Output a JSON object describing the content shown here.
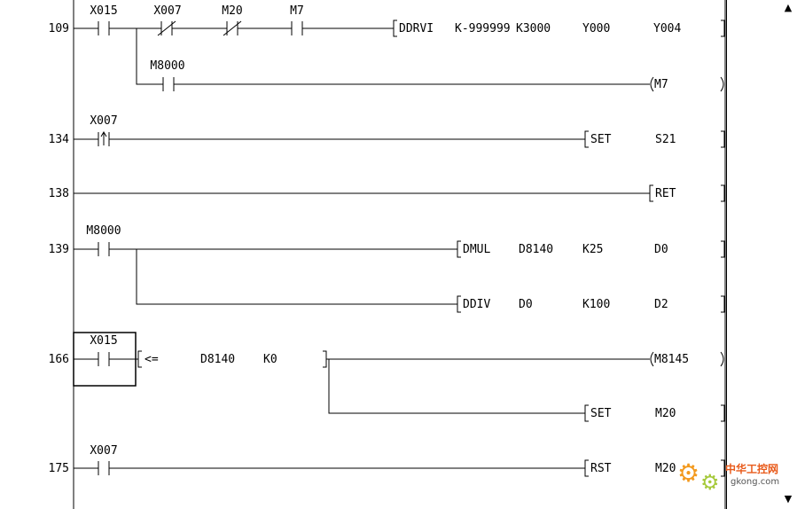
{
  "rungs": [
    {
      "step": "109",
      "contacts": [
        {
          "label": "X015",
          "type": "NO"
        },
        {
          "label": "X007",
          "type": "NC"
        },
        {
          "label": "M20",
          "type": "NC"
        },
        {
          "label": "M7",
          "type": "NO"
        }
      ],
      "instruction": {
        "op": "DDRVI",
        "operands": [
          "K-999999",
          "K3000",
          "Y000",
          "Y004"
        ]
      },
      "branch": {
        "contact": {
          "label": "M8000",
          "type": "NO"
        },
        "coil": "M7"
      }
    },
    {
      "step": "134",
      "contacts": [
        {
          "label": "X007",
          "type": "RISING"
        }
      ],
      "instruction": {
        "op": "SET",
        "operands": [
          "S21"
        ]
      }
    },
    {
      "step": "138",
      "instruction": {
        "op": "RET",
        "operands": []
      }
    },
    {
      "step": "139",
      "contacts": [
        {
          "label": "M8000",
          "type": "NO"
        }
      ],
      "instruction": {
        "op": "DMUL",
        "operands": [
          "D8140",
          "K25",
          "D0"
        ]
      },
      "branch_instruction": {
        "op": "DDIV",
        "operands": [
          "D0",
          "K100",
          "D2"
        ]
      }
    },
    {
      "step": "166",
      "contacts": [
        {
          "label": "X015",
          "type": "NO",
          "selected": true
        }
      ],
      "compare": {
        "op": "<=",
        "operands": [
          "D8140",
          "K0"
        ]
      },
      "coil": "M8145",
      "branch_instruction": {
        "op": "SET",
        "operands": [
          "M20"
        ]
      }
    },
    {
      "step": "175",
      "contacts": [
        {
          "label": "X007",
          "type": "NO"
        }
      ],
      "instruction": {
        "op": "RST",
        "operands": [
          "M20"
        ]
      }
    }
  ],
  "watermark": {
    "title": "中华工控网",
    "url": "gkong.com"
  },
  "scroll": {
    "up": "▲",
    "down": "▼"
  }
}
